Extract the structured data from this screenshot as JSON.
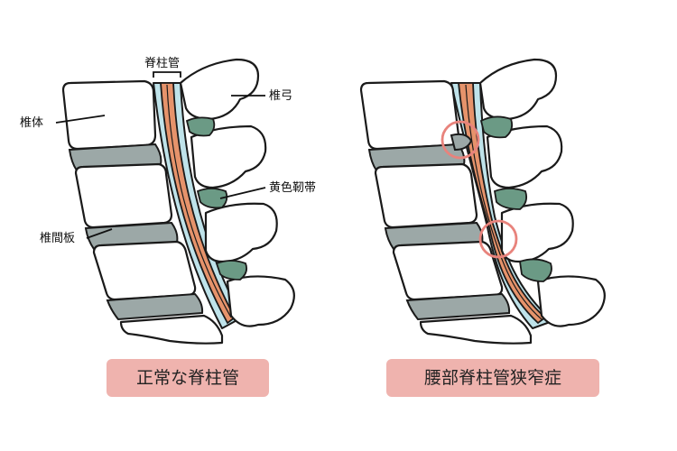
{
  "labels": {
    "spinal_canal": "脊柱管",
    "vertebral_arch": "椎弓",
    "vertebral_body": "椎体",
    "ligamentum_flavum": "黄色靭帯",
    "intervertebral_disc": "椎間板"
  },
  "captions": {
    "normal": "正常な脊柱管",
    "stenosis": "腰部脊柱管狭窄症"
  },
  "colors": {
    "canal": "#bfe3ea",
    "nerve": "#e6936b",
    "disc": "#9ca8a7",
    "ligament": "#6b9a85",
    "highlight": "#e8837c",
    "caption_bg": "#efb3ae"
  }
}
